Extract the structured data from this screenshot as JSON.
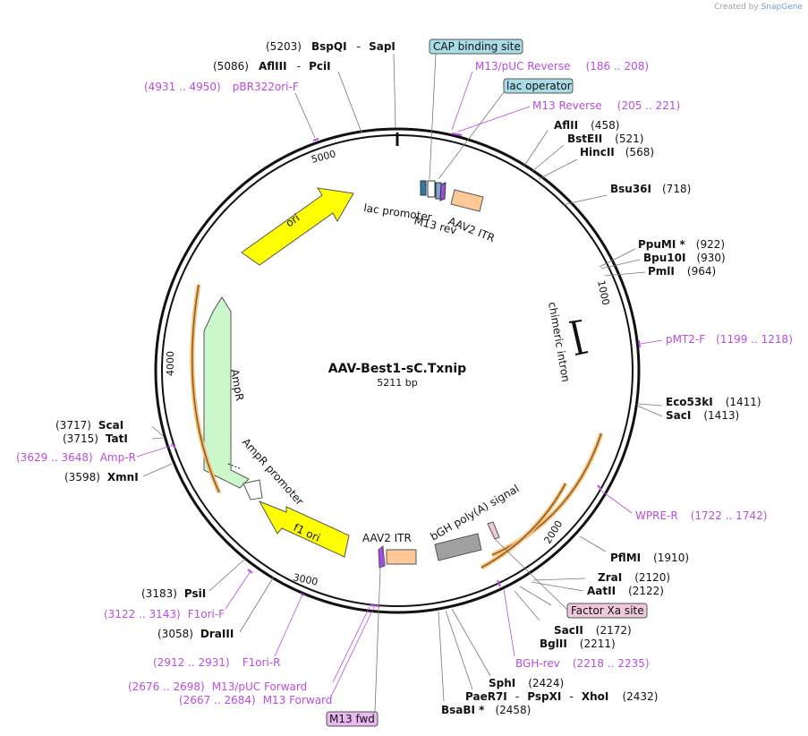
{
  "credit": {
    "prefix": "Created by",
    "brand": "SnapGene"
  },
  "plasmid": {
    "name": "AAV-Best1-sC.Txnip",
    "length_label": "5211 bp"
  },
  "ticks": [
    "1000",
    "2000",
    "3000",
    "4000",
    "5000"
  ],
  "features": {
    "ori": "ori",
    "lac_promoter": "lac promoter",
    "m13_rev": "M13 rev",
    "aav2_itr_top": "AAV2 ITR",
    "chimeric_intron": "chimeric intron",
    "ampr": "AmpR",
    "ampr_promoter": "AmpR promoter",
    "f1_ori": "f1 ori",
    "aav2_itr_bottom": "AAV2 ITR",
    "bgh_polya": "bGH poly(A) signal"
  },
  "boxed_labels": {
    "cap_binding_site": "CAP binding site",
    "lac_operator": "lac operator",
    "factor_xa_site": "Factor Xa site",
    "m13_fwd": "M13 fwd"
  },
  "enzymes": {
    "bspqi": {
      "pos": "(5203)",
      "name": "BspQI",
      "sep": "-",
      "name2": "SapI"
    },
    "aflIII": {
      "pos": "(5086)",
      "name": "AflIII",
      "sep": "-",
      "name2": "PciI"
    },
    "aflII": {
      "name": "AflII",
      "pos": "(458)"
    },
    "bsteii": {
      "name": "BstEII",
      "pos": "(521)"
    },
    "hincii": {
      "name": "HincII",
      "pos": "(568)"
    },
    "bsu36i": {
      "name": "Bsu36I",
      "pos": "(718)"
    },
    "ppumi": {
      "name": "PpuMI *",
      "pos": "(922)"
    },
    "bpu10i": {
      "name": "Bpu10I",
      "pos": "(930)"
    },
    "pmli": {
      "name": "PmlI",
      "pos": "(964)"
    },
    "eco53ki": {
      "name": "Eco53kI",
      "pos": "(1411)"
    },
    "saci": {
      "name": "SacI",
      "pos": "(1413)"
    },
    "pflmi": {
      "name": "PflMI",
      "pos": "(1910)"
    },
    "zrai": {
      "name": "ZraI",
      "pos": "(2120)"
    },
    "aatii": {
      "name": "AatII",
      "pos": "(2122)"
    },
    "sacii": {
      "name": "SacII",
      "pos": "(2172)"
    },
    "bglii": {
      "name": "BglII",
      "pos": "(2211)"
    },
    "sphi": {
      "name": "SphI",
      "pos": "(2424)"
    },
    "paer7i": {
      "name": "PaeR7I",
      "sep1": "-",
      "name2": "PspXI",
      "sep2": "-",
      "name3": "XhoI",
      "pos": "(2432)"
    },
    "bsabi": {
      "name": "BsaBI *",
      "pos": "(2458)"
    },
    "psii": {
      "pos": "(3183)",
      "name": "PsiI"
    },
    "draiii": {
      "pos": "(3058)",
      "name": "DraIII"
    },
    "scai": {
      "pos": "(3717)",
      "name": "ScaI"
    },
    "tati": {
      "pos": "(3715)",
      "name": "TatI"
    },
    "xmni": {
      "pos": "(3598)",
      "name": "XmnI"
    }
  },
  "primers": {
    "m13puc_rev": {
      "name": "M13/pUC Reverse",
      "range": "(186 .. 208)"
    },
    "m13_reverse": {
      "name": "M13 Reverse",
      "range": "(205 .. 221)"
    },
    "pbr322ori": {
      "range": "(4931 .. 4950)",
      "name": "pBR322ori-F"
    },
    "pmt2": {
      "name": "pMT2-F",
      "range": "(1199 .. 1218)"
    },
    "wpre": {
      "name": "WPRE-R",
      "range": "(1722 .. 1742)"
    },
    "bgh_rev": {
      "name": "BGH-rev",
      "range": "(2218 .. 2235)"
    },
    "amp_r": {
      "range": "(3629 .. 3648)",
      "name": "Amp-R"
    },
    "f1ori_f": {
      "range": "(3122 .. 3143)",
      "name": "F1ori-F"
    },
    "f1ori_r": {
      "range": "(2912 .. 2931)",
      "name": "F1ori-R"
    },
    "m13puc_fwd": {
      "range": "(2676 .. 2698)",
      "name": "M13/pUC Forward"
    },
    "m13_forward": {
      "range": "(2667 .. 2684)",
      "name": "M13 Forward"
    }
  },
  "colors": {
    "ori": "#ffff00",
    "ampr": "#ccf7cc",
    "itr": "#ffc896",
    "polya": "#a0a0a0",
    "cap_box": "#a8dbe6",
    "factor_box": "#f0c8dc",
    "m13fwd_box": "#e8b8f0",
    "primer": "#b84de0",
    "orange_arrow": "#f5c07a"
  }
}
